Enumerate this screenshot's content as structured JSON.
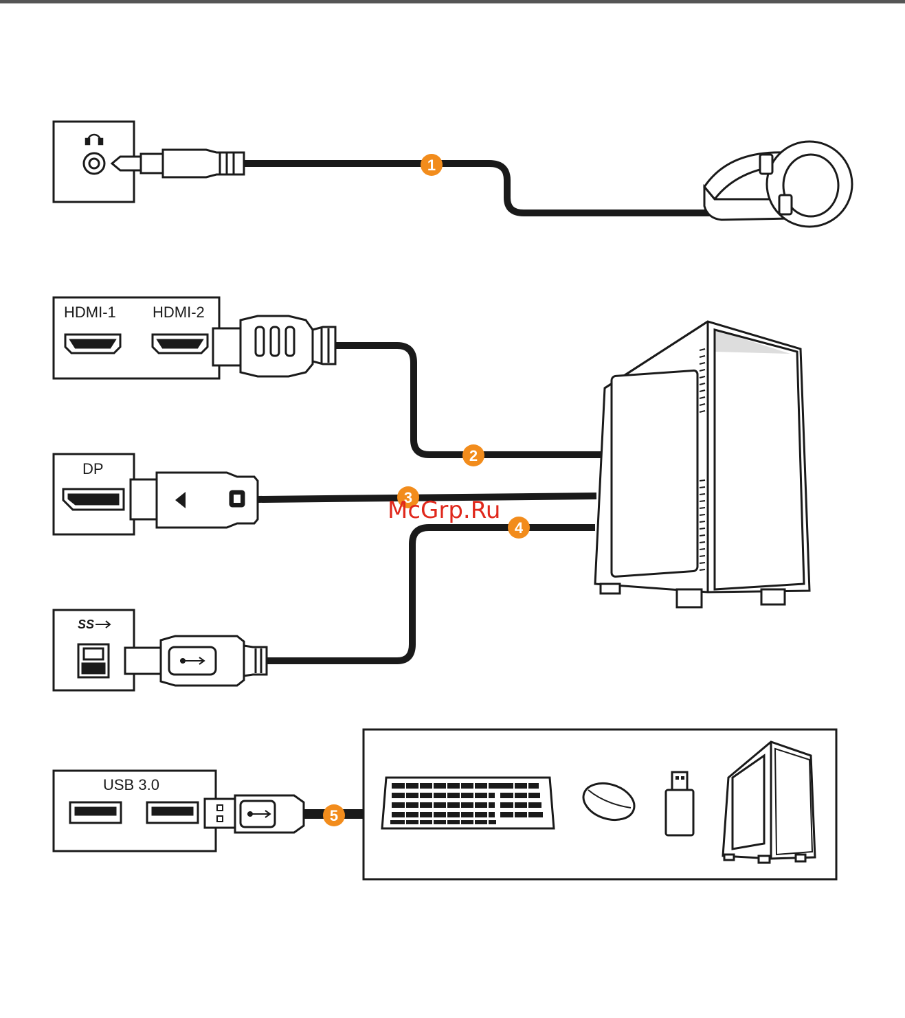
{
  "ports": {
    "hdmi1": "HDMI-1",
    "hdmi2": "HDMI-2",
    "dp": "DP",
    "usb_b": "SS",
    "usb30": "USB 3.0"
  },
  "cables": {
    "c1": "1",
    "c2": "2",
    "c3": "3",
    "c4": "4",
    "c5": "5"
  },
  "watermark": "McGrp.Ru",
  "colors": {
    "badge": "#f28c1c",
    "line": "#1a1a1a",
    "top_rule": "#555555",
    "watermark": "#e0281c"
  },
  "icons": {
    "headphone_port": "headphone-icon",
    "headphones": "headphones-icon",
    "pc_tower": "pc-tower-icon",
    "keyboard": "keyboard-icon",
    "mouse": "mouse-icon",
    "usb_drive": "usb-drive-icon"
  }
}
